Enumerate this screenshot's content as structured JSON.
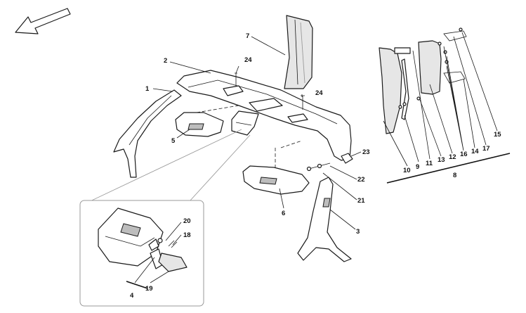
{
  "callouts": {
    "c1": "1",
    "c2": "2",
    "c3": "3",
    "c4": "4",
    "c5": "5",
    "c6": "6",
    "c7": "7",
    "c8": "8",
    "c9": "9",
    "c10": "10",
    "c11": "11",
    "c12": "12",
    "c13": "13",
    "c14": "14",
    "c15": "15",
    "c16": "16",
    "c17": "17",
    "c18": "18",
    "c19": "19",
    "c20": "20",
    "c21": "21",
    "c22": "22",
    "c23": "23",
    "c24a": "24",
    "c24b": "24"
  }
}
